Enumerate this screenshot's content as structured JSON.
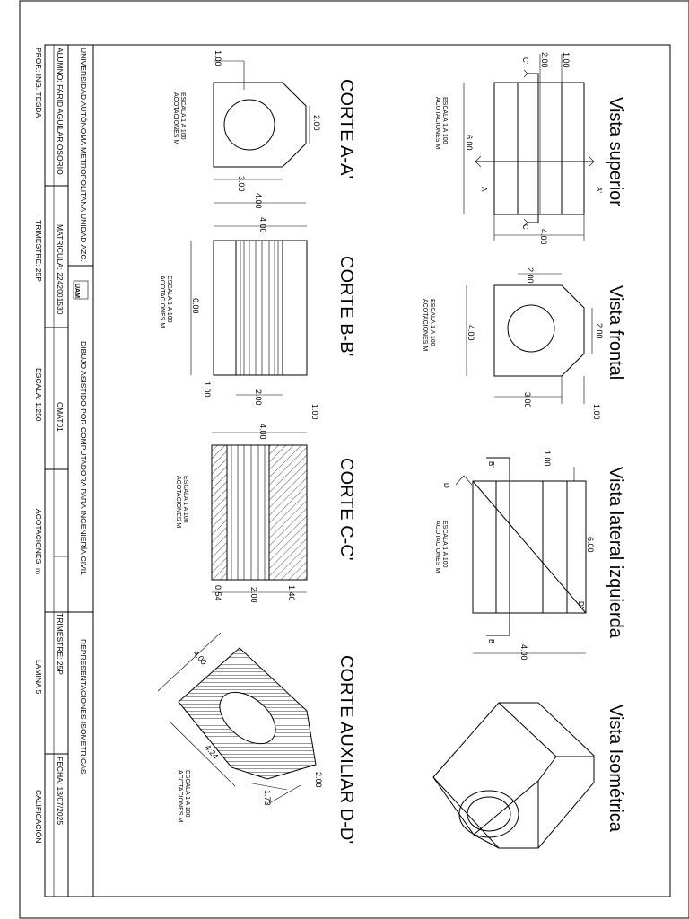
{
  "title_block": {
    "university": "UNIVERSIDAD AUTÓNOMA METROPOLITANA UNIDAD AZC.",
    "student": "ALUMNO: FARID AGUILAR OSORIO",
    "professor": "PROF.: ING. TDSDA",
    "matricula": "MATRICULA: 2242001530",
    "trimestre_1": "TRIMESTRE: 25P",
    "course": "DIBUJO ASISTIDO POR COMPUTADORA PARA INGENIERÍA CIVIL",
    "group": "CMAT01",
    "escala": "ESCALA: 1:250",
    "subject": "REPRESENTACIONES ISOMETRICAS",
    "trimestre_2": "TRIMESTRE: 25P",
    "acotaciones": "ACOTACIONES: m",
    "fecha": "FECHA: 18/07/2025",
    "lamina": "LAMINA 5",
    "calificacion": "CALIFICACIÓN"
  },
  "scale_note_1": "ESCALA 1 A 100",
  "scale_note_2": "ACOTACIONES M",
  "views": {
    "vista_superior": "Vista superior",
    "vista_frontal": "Vista frontal",
    "vista_lateral": "Vista lateral izquierda",
    "vista_isometrica": "Vista Isométrica",
    "corte_aa": "CORTE A-A'",
    "corte_bb": "CORTE B-B'",
    "corte_cc": "CORTE C-C'",
    "corte_dd": "CORTE AUXILIAR D-D'"
  },
  "dims": {
    "d100": "1.00",
    "d200": "2.00",
    "d300": "3.00",
    "d400": "4.00",
    "d600": "6.00",
    "d054": "0.54",
    "d146": "1.46",
    "d424": "4.24",
    "d173": "1.73"
  },
  "markers": {
    "a": "A",
    "a_p": "A'",
    "b": "B",
    "b_p": "B'",
    "c": "C",
    "c_p": "C'",
    "d": "D",
    "d_p": "D'"
  }
}
